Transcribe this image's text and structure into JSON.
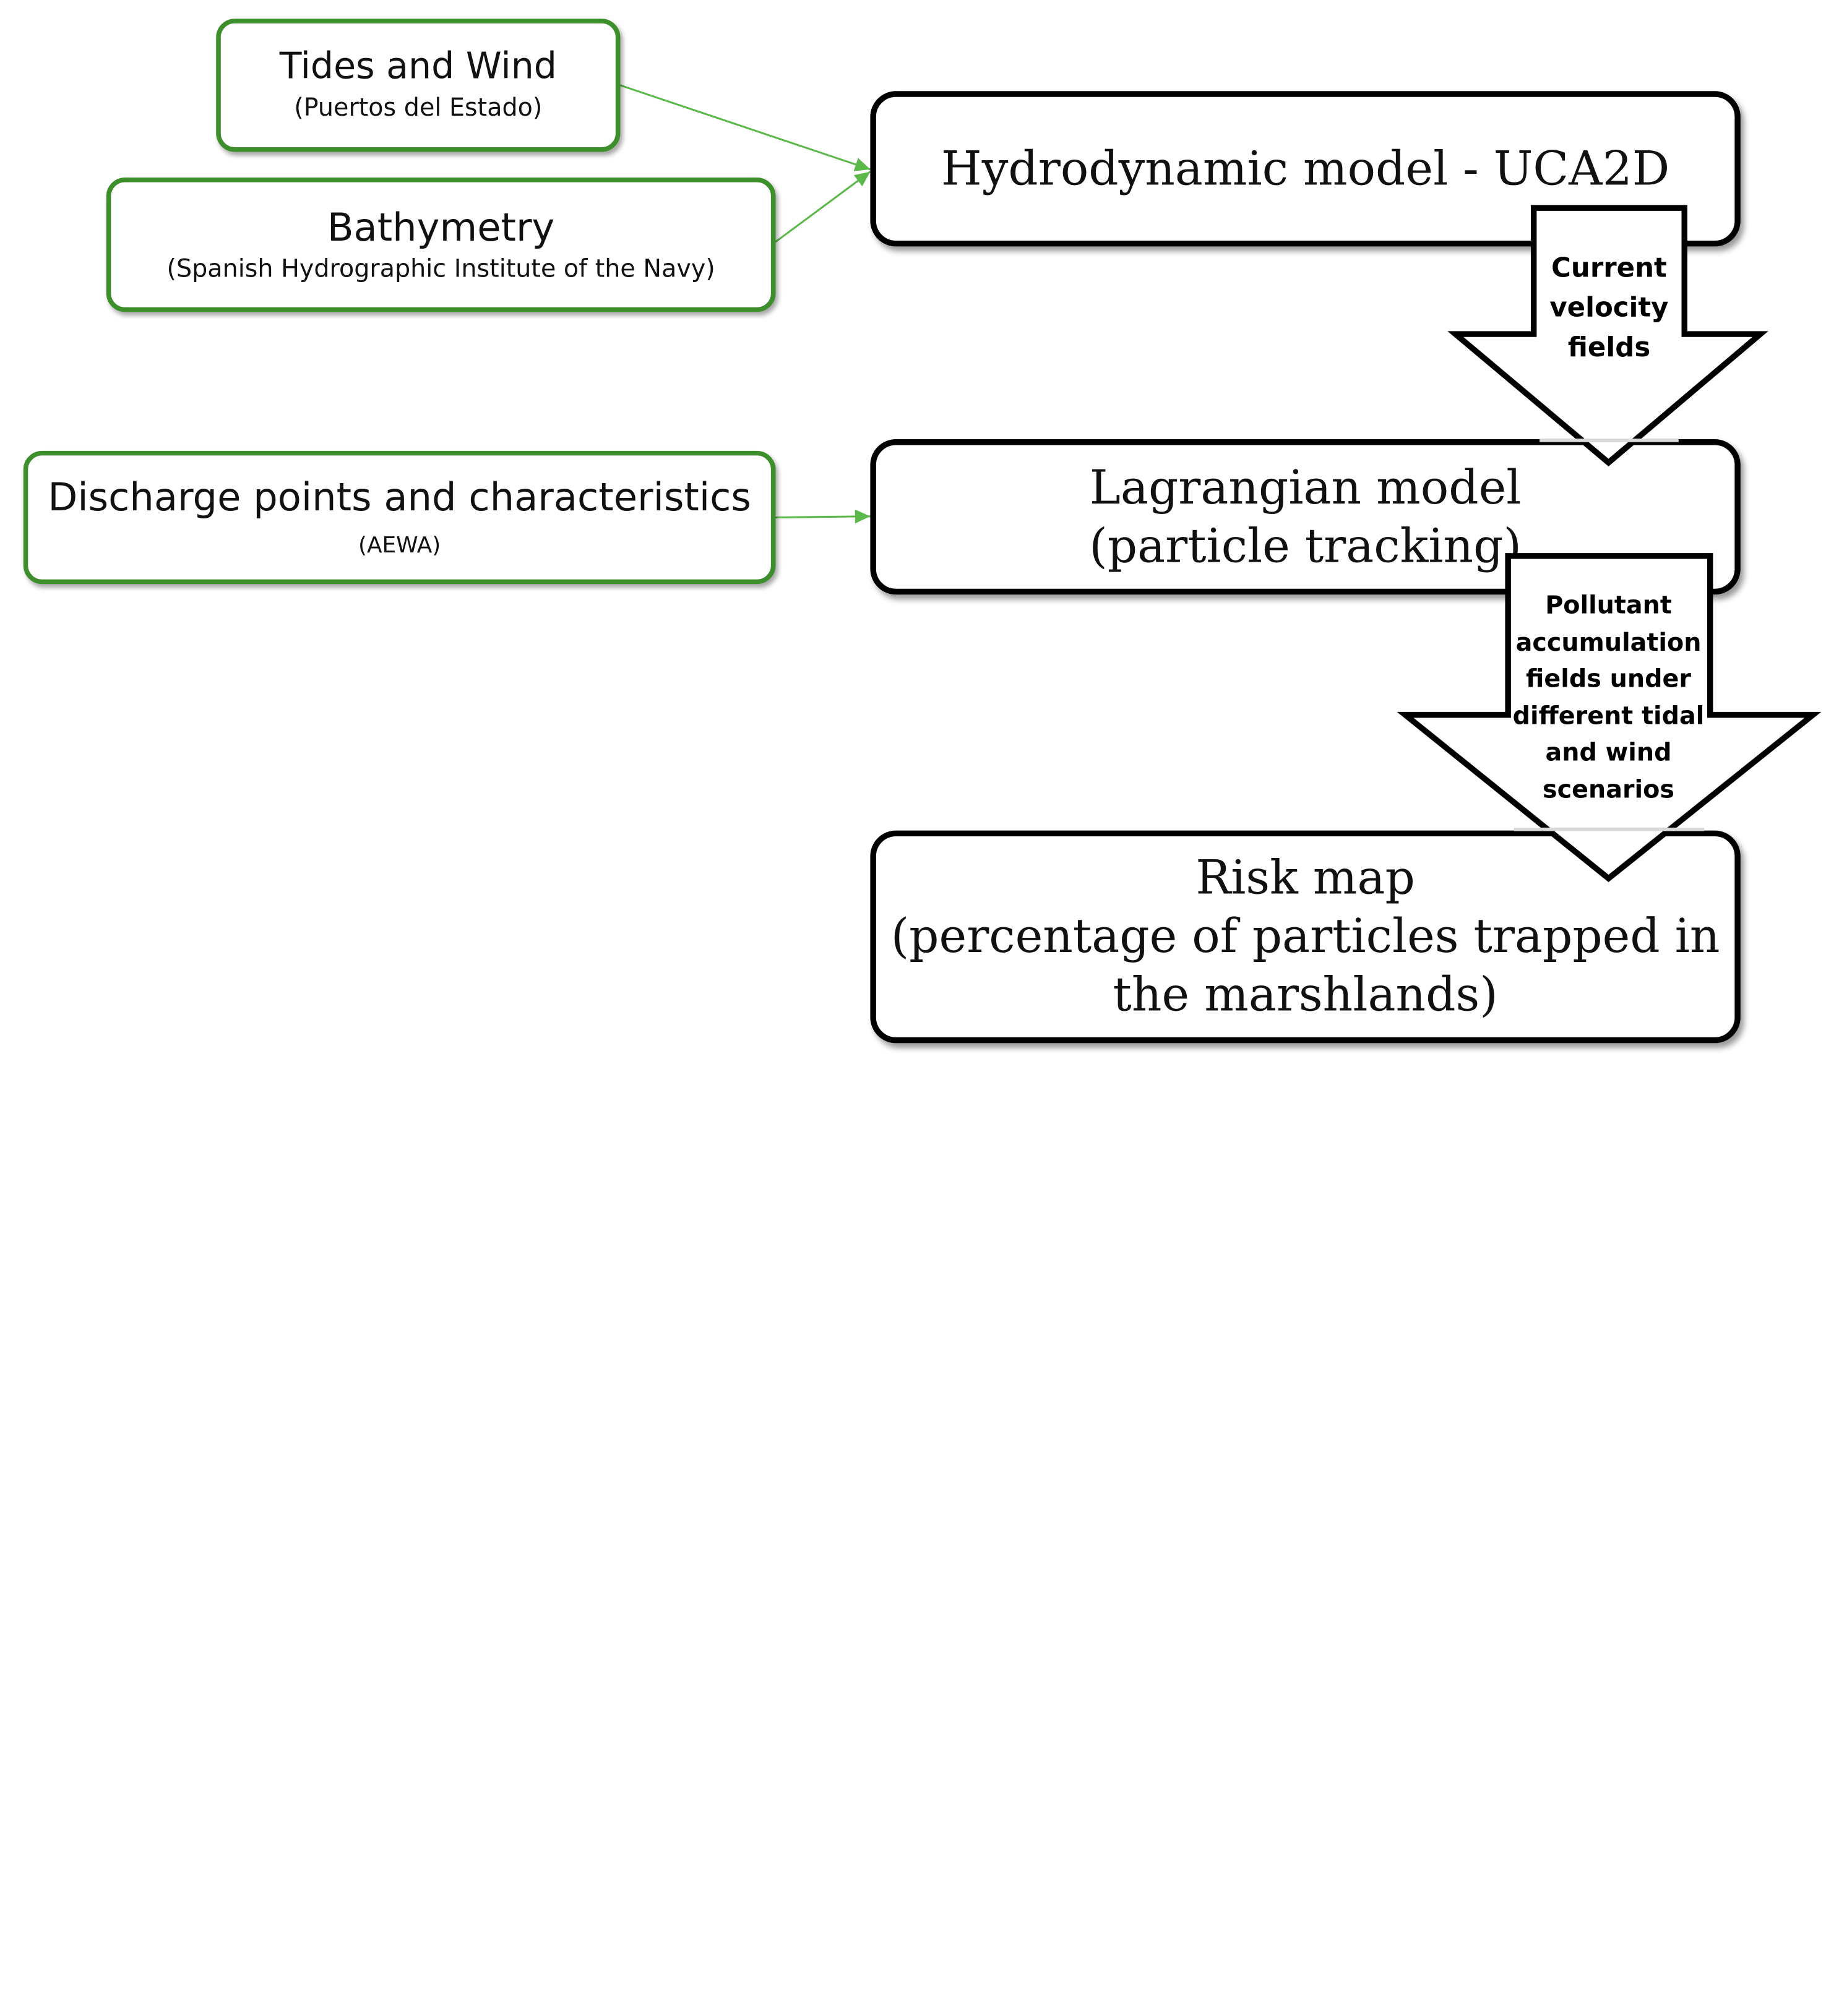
{
  "inputs": {
    "tides_wind": {
      "title": "Tides and Wind",
      "source": "(Puertos del Estado)"
    },
    "bathymetry": {
      "title": "Bathymetry",
      "source": "(Spanish Hydrographic Institute of the Navy)"
    },
    "discharge": {
      "title": "Discharge points and characteristics",
      "source": "(AEWA)"
    }
  },
  "models": {
    "hydrodynamic": {
      "title": "Hydrodynamic model - UCA2D"
    },
    "lagrangian": {
      "line1": "Lagrangian model",
      "line2": "(particle tracking)"
    },
    "risk_map": {
      "line1": "Risk map",
      "line2": "(percentage of particles trapped in",
      "line3": "the marshlands)"
    }
  },
  "flows": {
    "current_velocity": {
      "line1": "Current",
      "line2": "velocity",
      "line3": "fields"
    },
    "pollutant_accumulation": {
      "line1": "Pollutant",
      "line2": "accumulation",
      "line3": "fields under",
      "line4": "different tidal",
      "line5": "and wind",
      "line6": "scenarios"
    }
  },
  "colors": {
    "input_border": "#3d8f2c",
    "connector": "#5cb84a",
    "model_border": "#000000"
  }
}
